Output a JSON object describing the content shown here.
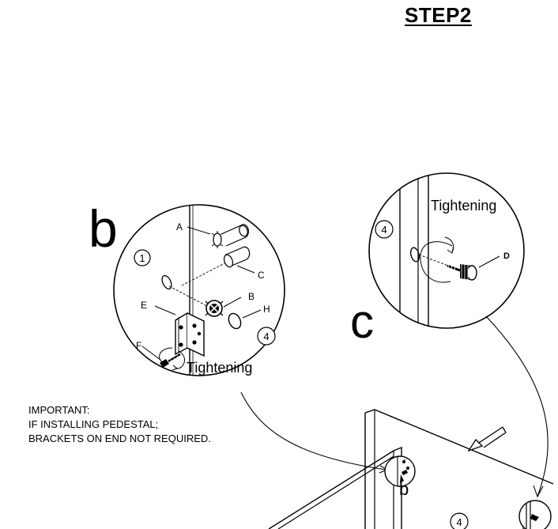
{
  "step_title": "STEP2",
  "detail_b": {
    "letter": "b",
    "parts": {
      "a": "A",
      "b": "B",
      "c": "C",
      "e": "E",
      "f": "F",
      "h": "H"
    },
    "circled_1": "1",
    "circled_4": "4",
    "action": "Tightening"
  },
  "detail_c": {
    "letter": "c",
    "part_d": "D",
    "circled_4": "4",
    "action": "Tightening"
  },
  "important_note": {
    "line1": "IMPORTANT:",
    "line2": "IF INSTALLING PEDESTAL;",
    "line3": "BRACKETS ON END NOT REQUIRED."
  },
  "main_view": {
    "callout_b": "b",
    "circled_4": "4"
  }
}
